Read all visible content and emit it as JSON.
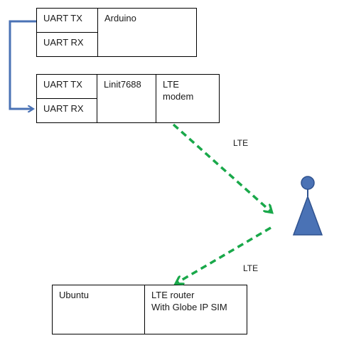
{
  "arduino": {
    "uart_tx": "UART TX",
    "uart_rx": "UART RX",
    "name": "Arduino"
  },
  "linkit": {
    "uart_tx": "UART TX",
    "uart_rx": "UART RX",
    "name": "Linit7688",
    "modem": "LTE\nmodem"
  },
  "server": {
    "name": "Ubuntu",
    "router": "LTE router\nWith Globe IP SIM"
  },
  "links": {
    "lte_upper": "LTE",
    "lte_lower": "LTE"
  },
  "colors": {
    "uart_wire": "#4a72b5",
    "lte_link": "#19a84a",
    "tower": "#4a72b5"
  },
  "icons": {
    "tower": "cell-tower-icon"
  }
}
